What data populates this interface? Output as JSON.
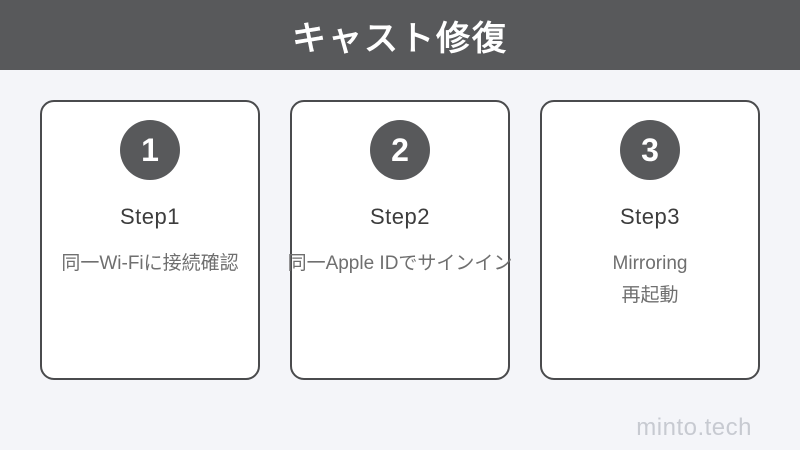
{
  "header": {
    "title": "キャスト修復"
  },
  "steps": [
    {
      "number": "1",
      "label": "Step1",
      "lines": [
        "同一Wi-Fiに接続確認"
      ]
    },
    {
      "number": "2",
      "label": "Step2",
      "lines": [
        "同一Apple IDでサインイン"
      ]
    },
    {
      "number": "3",
      "label": "Step3",
      "lines": [
        "Mirroring",
        "再起動"
      ]
    }
  ],
  "watermark": "minto.tech",
  "colors": {
    "header_bg": "#58595b",
    "page_bg": "#f4f5f9",
    "card_border": "#4a4b4d",
    "card_bg": "#ffffff",
    "circle_bg": "#58595b",
    "circle_number": "#ffffff",
    "step_label_text": "#3c3c3c",
    "description_text": "#6f6f6f",
    "watermark_text": "#c7cad1"
  }
}
